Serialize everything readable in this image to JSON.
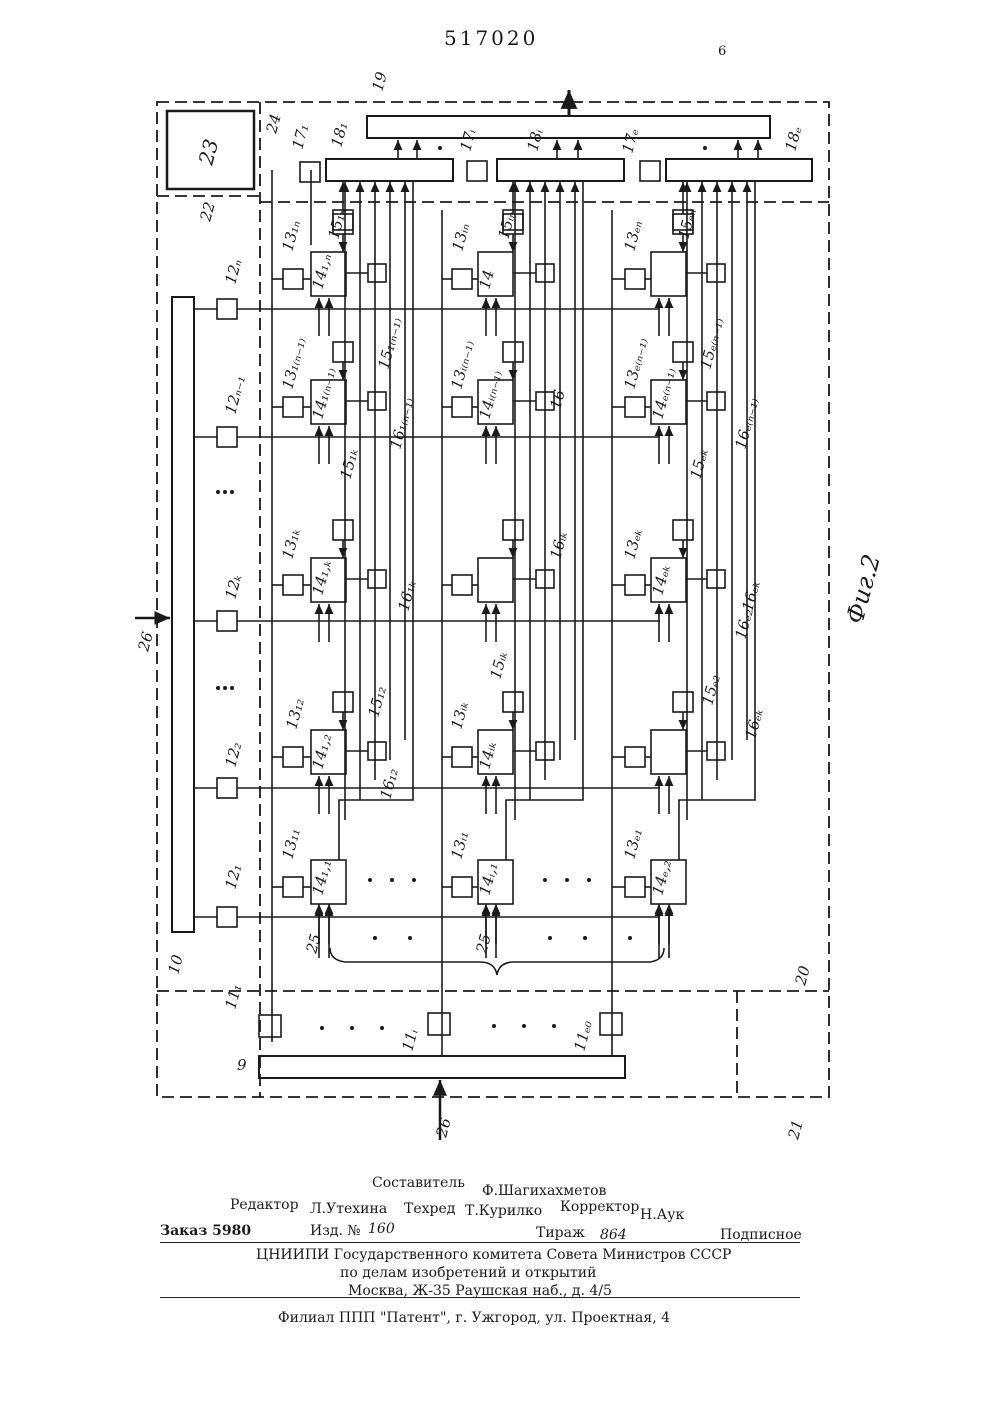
{
  "header": {
    "patent_number": "517020",
    "page_number": "6"
  },
  "figure": {
    "caption": "Фиг.2",
    "labels": {
      "b9": "9",
      "b10": "10",
      "b11_1": "11₁",
      "b11_i": "11ᵢ",
      "b11_e": "11ₑ₀",
      "b17_1": "17₁",
      "b17_i": "17ᵢ",
      "b17_e": "17ₑ",
      "b18_1": "18₁",
      "b18_i": "18ᵢ",
      "b18_e": "18ₑ",
      "b19": "19",
      "b20": "20",
      "b21": "21",
      "b22": "22",
      "b23": "23",
      "b24": "24",
      "in25a": "25",
      "in25b": "25",
      "in26a": "26",
      "in26b": "26",
      "r1": "12₁",
      "r2": "12₂",
      "rk": "12ₖ",
      "rn1": "12ₙ₋₁",
      "rn": "12ₙ",
      "c13_11": "13₁₁",
      "c13_12": "13₁₂",
      "c13_1k": "13₁ₖ",
      "c13_1n1": "13₁₍ₙ₋₁₎",
      "c13_1n": "13₁ₙ",
      "c13_i1": "13ᵢ₁",
      "c13_ik": "13ᵢₖ",
      "c13_in1": "13ᵢ₍ₙ₋₁₎",
      "c13_in": "13ᵢₙ",
      "c13_e1": "13ₑ₁",
      "c13_ek": "13ₑₖ",
      "c13_en1": "13ₑ₍ₙ₋₁₎",
      "c13_en": "13ₑₙ",
      "c14_11": "14₁,₁",
      "c14_12": "14₁,₂",
      "c14_1k": "14₁,ₖ",
      "c14_1n1": "14₁₍ₙ₋₁₎",
      "c14_1n": "14₁,ₙ",
      "c14_i1": "14ᵢ,₁",
      "c14_ik": "14ᵢₖ",
      "c14_in1": "14ᵢ₍ₙ₋₁₎",
      "c14_in": "14",
      "c14_e1": "14ₑ,₂",
      "c14_ek": "14ₑₖ",
      "c14_en1": "14ₑ₍ₙ₋₁₎",
      "c15_12": "15₁₂",
      "c15_1k": "15₁ₖ",
      "c15_1n1": "15₁₍ₙ₋₁₎",
      "c15_1n": "15₁ₙ",
      "c15_ik": "15ᵢₖ",
      "c15_in": "15ᵢₙ",
      "c15_e2": "15ₑ₂",
      "c15_ek": "15ₑₖ",
      "c15_en1": "15ₑ₍ₙ₋₁₎",
      "c15_en": "15ₑₙ",
      "c16_12": "16₁₂",
      "c16_1k": "16₁ₖ",
      "c16_1n1": "16₁₍ₙ₋₁₎",
      "c16_ik": "16ᵢₖ",
      "c16_in1": "16",
      "c16_ek": "16ₑₖ",
      "c16_ek2": "16ₑₖ",
      "c16_en1": "16ₑ₍ₙ₋₁₎",
      "c16_en": "16ₑ₂"
    }
  },
  "footer": {
    "compiler_label": "Составитель",
    "compiler_name": "Ф.Шагихахметов",
    "editor_label": "Редактор",
    "editor_name": "Л.Утехина",
    "techred_label": "Техред",
    "techred_name": "Т.Курилко",
    "corrector_label": "Корректор",
    "corrector_name": "Н.Аук",
    "order_label": "Заказ 5980",
    "issue_label": "Изд. №",
    "issue_no": "160",
    "print_run_label": "Тираж",
    "print_run": "864",
    "subscription": "Подписное",
    "org_line1": "ЦНИИПИ Государственного комитета Совета Министров СССР",
    "org_line2": "по делам изобретений и открытий",
    "org_line3": "Москва, Ж-35 Раушская наб., д. 4/5",
    "branch": "Филиал ППП \"Патент\", г. Ужгород, ул. Проектная, 4"
  }
}
